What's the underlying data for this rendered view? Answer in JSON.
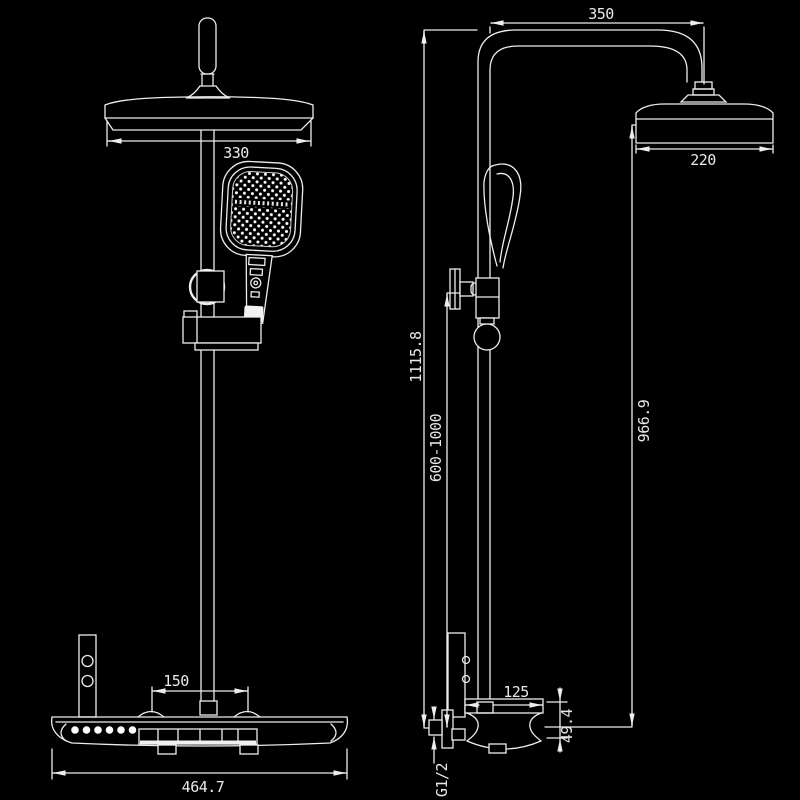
{
  "colors": {
    "background": "#000000",
    "line": "#ededed",
    "text": "#e9e9e9"
  },
  "dimensions": {
    "arm_reach": "350",
    "head_width_front": "330",
    "head_width_side": "220",
    "overall_height": "1115.8",
    "adjustable_height": "600-1000",
    "riser_height": "966.9",
    "inlet_spacing": "150",
    "body_depth": "125",
    "body_height": "49.4",
    "thread_size": "G1/2",
    "body_width": "464.7"
  }
}
